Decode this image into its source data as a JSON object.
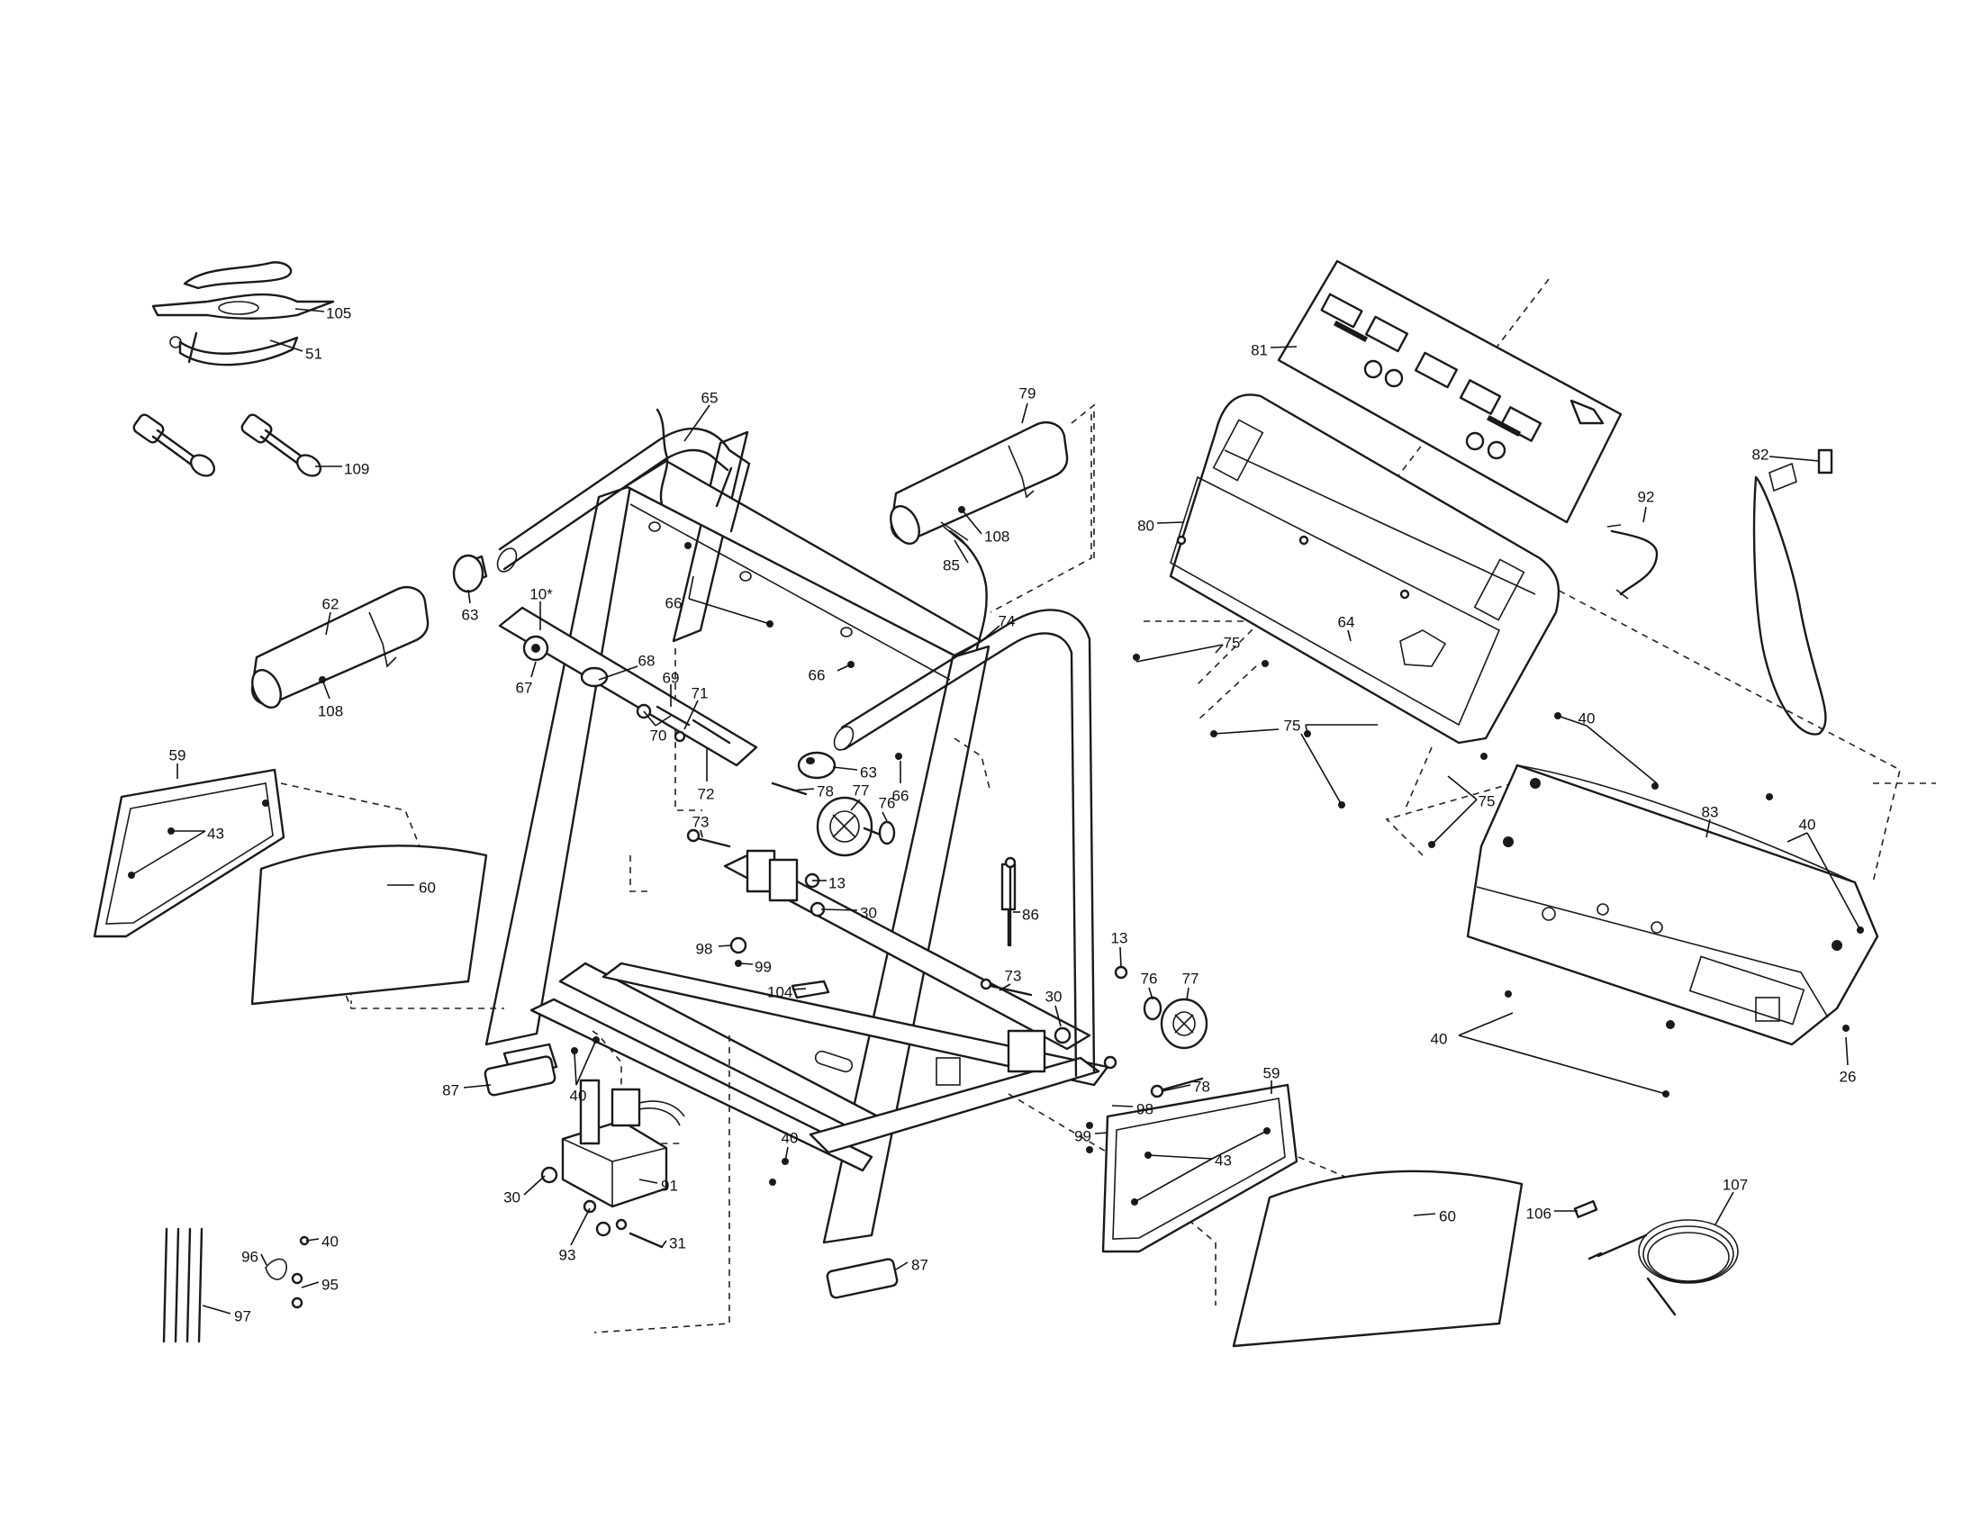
{
  "diagram": {
    "type": "exploded-parts-diagram",
    "callouts": [
      {
        "id": "c105",
        "label": "105"
      },
      {
        "id": "c51",
        "label": "51"
      },
      {
        "id": "c109",
        "label": "109"
      },
      {
        "id": "c65",
        "label": "65"
      },
      {
        "id": "c79",
        "label": "79"
      },
      {
        "id": "c108a",
        "label": "108"
      },
      {
        "id": "c85",
        "label": "85"
      },
      {
        "id": "c62",
        "label": "62"
      },
      {
        "id": "c63a",
        "label": "63"
      },
      {
        "id": "c108b",
        "label": "108"
      },
      {
        "id": "c10",
        "label": "10*"
      },
      {
        "id": "c66a",
        "label": "66"
      },
      {
        "id": "c74",
        "label": "74"
      },
      {
        "id": "c66b",
        "label": "66"
      },
      {
        "id": "c68",
        "label": "68"
      },
      {
        "id": "c69",
        "label": "69"
      },
      {
        "id": "c71",
        "label": "71"
      },
      {
        "id": "c67",
        "label": "67"
      },
      {
        "id": "c70",
        "label": "70"
      },
      {
        "id": "c72",
        "label": "72"
      },
      {
        "id": "c63b",
        "label": "63"
      },
      {
        "id": "c78a",
        "label": "78"
      },
      {
        "id": "c77a",
        "label": "77"
      },
      {
        "id": "c76a",
        "label": "76"
      },
      {
        "id": "c66c",
        "label": "66"
      },
      {
        "id": "c73a",
        "label": "73"
      },
      {
        "id": "c13a",
        "label": "13"
      },
      {
        "id": "c30a",
        "label": "30"
      },
      {
        "id": "c86",
        "label": "86"
      },
      {
        "id": "c98a",
        "label": "98"
      },
      {
        "id": "c99a",
        "label": "99"
      },
      {
        "id": "c104",
        "label": "104"
      },
      {
        "id": "c13b",
        "label": "13"
      },
      {
        "id": "c73b",
        "label": "73"
      },
      {
        "id": "c76b",
        "label": "76"
      },
      {
        "id": "c77b",
        "label": "77"
      },
      {
        "id": "c30b",
        "label": "30"
      },
      {
        "id": "c78b",
        "label": "78"
      },
      {
        "id": "c59a",
        "label": "59"
      },
      {
        "id": "c43a",
        "label": "43"
      },
      {
        "id": "c60a",
        "label": "60"
      },
      {
        "id": "c87a",
        "label": "87"
      },
      {
        "id": "c40a",
        "label": "40"
      },
      {
        "id": "c98b",
        "label": "98"
      },
      {
        "id": "c99b",
        "label": "99"
      },
      {
        "id": "c59b",
        "label": "59"
      },
      {
        "id": "c43b",
        "label": "43"
      },
      {
        "id": "c40b",
        "label": "40"
      },
      {
        "id": "c30c",
        "label": "30"
      },
      {
        "id": "c91",
        "label": "91"
      },
      {
        "id": "c93",
        "label": "93"
      },
      {
        "id": "c31",
        "label": "31"
      },
      {
        "id": "c87b",
        "label": "87"
      },
      {
        "id": "c60b",
        "label": "60"
      },
      {
        "id": "c96",
        "label": "96"
      },
      {
        "id": "c40c",
        "label": "40"
      },
      {
        "id": "c95",
        "label": "95"
      },
      {
        "id": "c97",
        "label": "97"
      },
      {
        "id": "c81",
        "label": "81"
      },
      {
        "id": "c82",
        "label": "82"
      },
      {
        "id": "c92",
        "label": "92"
      },
      {
        "id": "c80",
        "label": "80"
      },
      {
        "id": "c64",
        "label": "64"
      },
      {
        "id": "c75a",
        "label": "75"
      },
      {
        "id": "c75b",
        "label": "75"
      },
      {
        "id": "c75c",
        "label": "75"
      },
      {
        "id": "c40d",
        "label": "40"
      },
      {
        "id": "c83",
        "label": "83"
      },
      {
        "id": "c40e",
        "label": "40"
      },
      {
        "id": "c40f",
        "label": "40"
      },
      {
        "id": "c26",
        "label": "26"
      },
      {
        "id": "c106",
        "label": "106"
      },
      {
        "id": "c107",
        "label": "107"
      }
    ]
  }
}
